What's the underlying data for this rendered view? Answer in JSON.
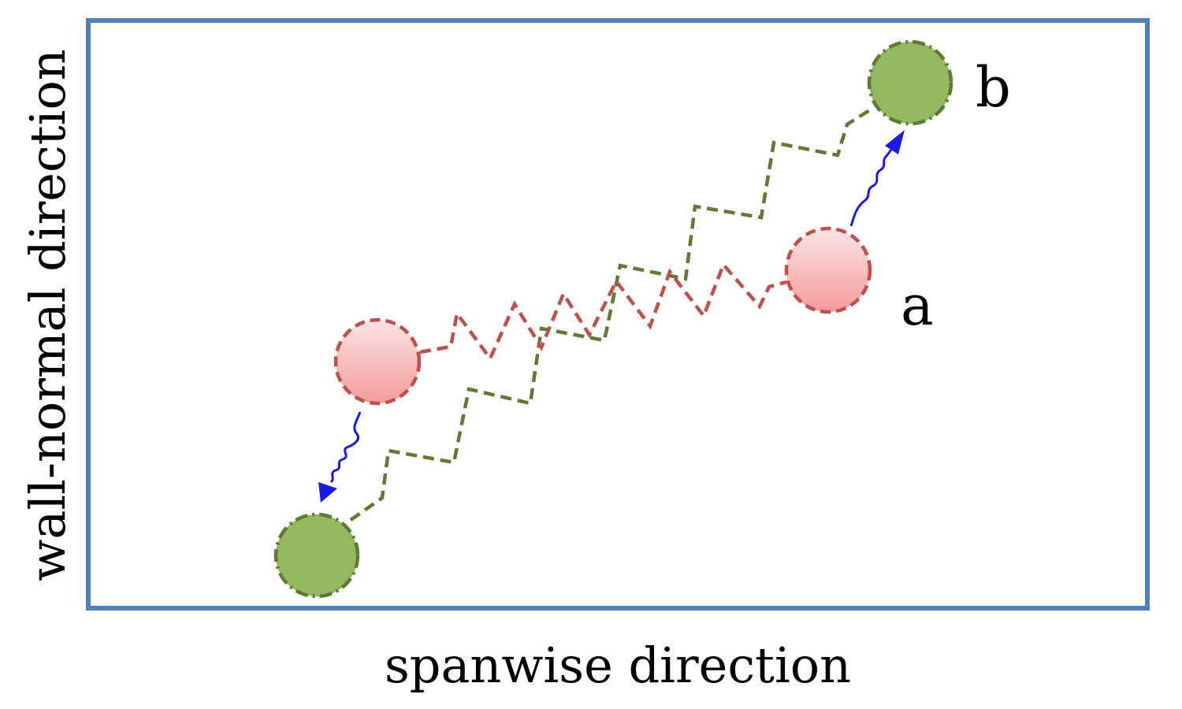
{
  "diagram": {
    "xlabel": "spanwise direction",
    "ylabel": "wall-normal direction",
    "labels": {
      "a": "a",
      "b": "b"
    }
  },
  "colors": {
    "frame": "#4f81bd",
    "red_fill_top": "#fbe4e4",
    "red_fill_bottom": "#f59c9c",
    "red_stroke": "#c0504d",
    "green_fill": "#94b85f",
    "green_stroke": "#5f7a35",
    "wave": "#1a1ae6"
  }
}
